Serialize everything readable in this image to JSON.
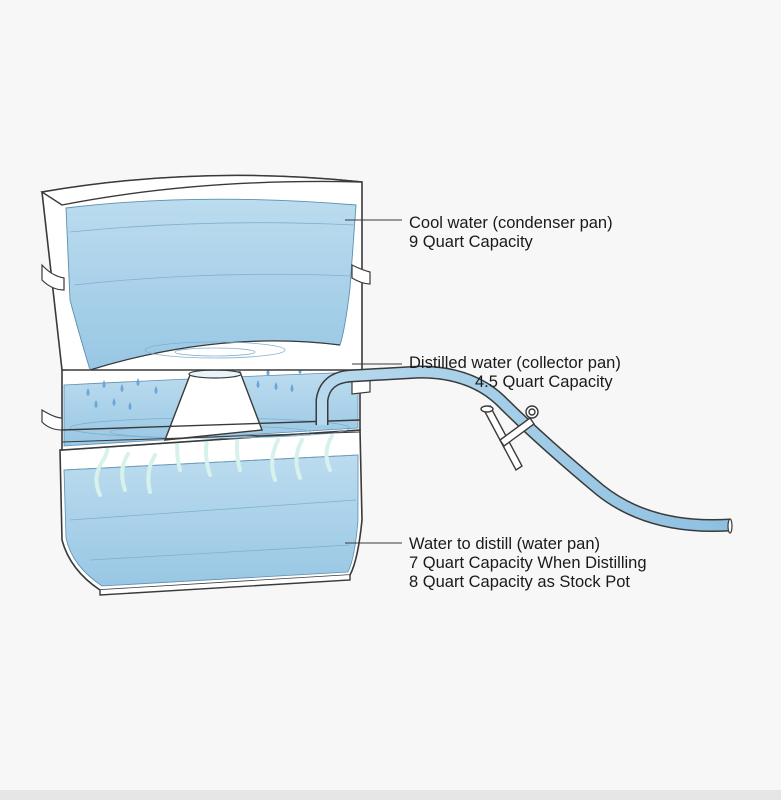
{
  "labels": {
    "condenser": {
      "title": "Cool water (condenser pan)",
      "capacity": "9 Quart Capacity"
    },
    "collector": {
      "title": "Distilled water (collector pan)",
      "capacity": "4.5 Quart Capacity"
    },
    "water_pan": {
      "title": "Water to distill (water pan)",
      "capacity_distilling": "7 Quart Capacity When Distilling",
      "capacity_stock": "8 Quart Capacity as Stock Pot"
    }
  },
  "colors": {
    "water": "#a9d1ea",
    "water_dark": "#8fc0df",
    "outline": "#3a3a3a",
    "steam": "#d6f2ea",
    "drops": "#6aa6d8",
    "background": "#f7f7f7"
  }
}
